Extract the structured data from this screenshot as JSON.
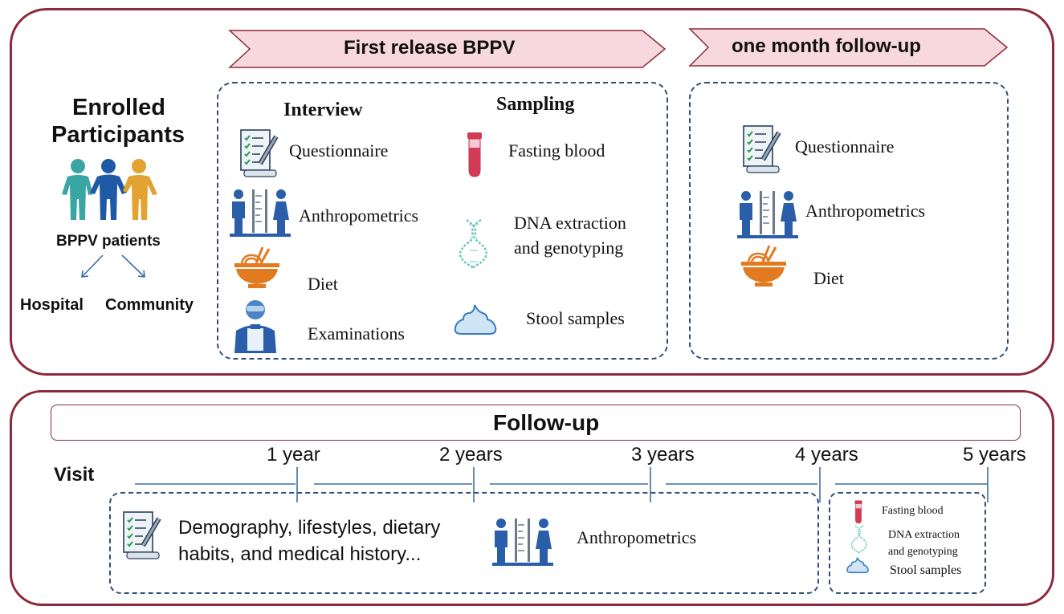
{
  "left": {
    "title_line1": "Enrolled",
    "title_line2": "Participants",
    "patients_label": "BPPV patients",
    "hospital_label": "Hospital",
    "community_label": "Community"
  },
  "first_release": {
    "banner": "First release BPPV",
    "interview_heading": "Interview",
    "sampling_heading": "Sampling",
    "interview_items": [
      "Questionnaire",
      "Anthropometrics",
      "Diet",
      "Examinations"
    ],
    "sampling_items": [
      "Fasting blood",
      "DNA extraction",
      "and genotyping",
      "Stool samples"
    ]
  },
  "one_month": {
    "banner": "one month follow-up",
    "items": [
      "Questionnaire",
      "Anthropometrics",
      "Diet"
    ]
  },
  "followup": {
    "title": "Follow-up",
    "visit_label": "Visit",
    "timepoints": [
      "1 year",
      "2 years",
      "3 years",
      "4 years",
      "5 years"
    ],
    "demography_line1": "Demography, lifestyles, dietary",
    "demography_line2": "habits, and medical history...",
    "anthropometrics": "Anthropometrics",
    "sample_items": [
      "Fasting blood",
      "DNA extraction",
      "and genotyping",
      "Stool samples"
    ]
  }
}
